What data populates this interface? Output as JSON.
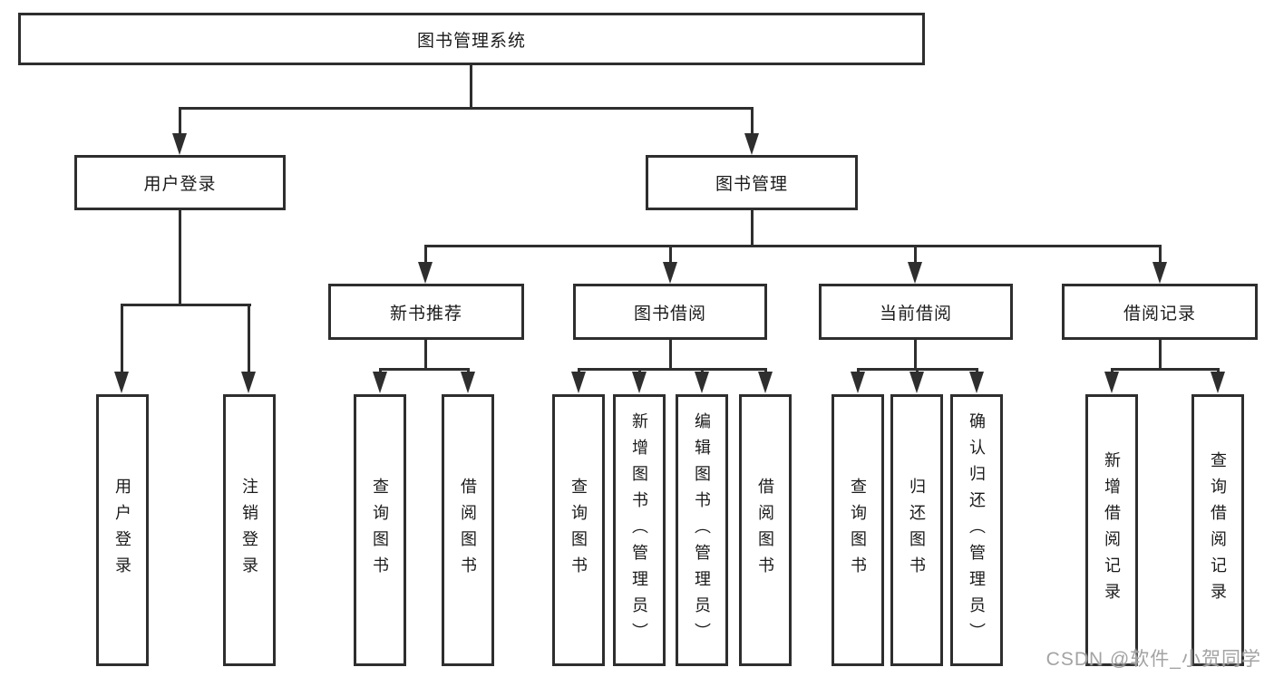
{
  "diagram": {
    "root": "图书管理系统",
    "level2": {
      "user_login": "用户登录",
      "book_management": "图书管理"
    },
    "level3": {
      "new_books": "新书推荐",
      "book_borrow": "图书借阅",
      "current_borrow": "当前借阅",
      "borrow_records": "借阅记录"
    },
    "leaves": {
      "user_login": [
        "用户登录",
        "注销登录"
      ],
      "new_books": [
        "查询图书",
        "借阅图书"
      ],
      "book_borrow": [
        "查询图书",
        "新增图书（管理员）",
        "编辑图书（管理员）",
        "借阅图书"
      ],
      "current_borrow": [
        "查询图书",
        "归还图书",
        "确认归还（管理员）"
      ],
      "borrow_records": [
        "新增借阅记录",
        "查询借阅记录"
      ]
    }
  },
  "watermark": "CSDN @软件_小贺同学",
  "colors": {
    "line": "#2e2e2e",
    "text": "#1b1b1b",
    "background": "#ffffff",
    "watermark": "#9e9e9e"
  }
}
